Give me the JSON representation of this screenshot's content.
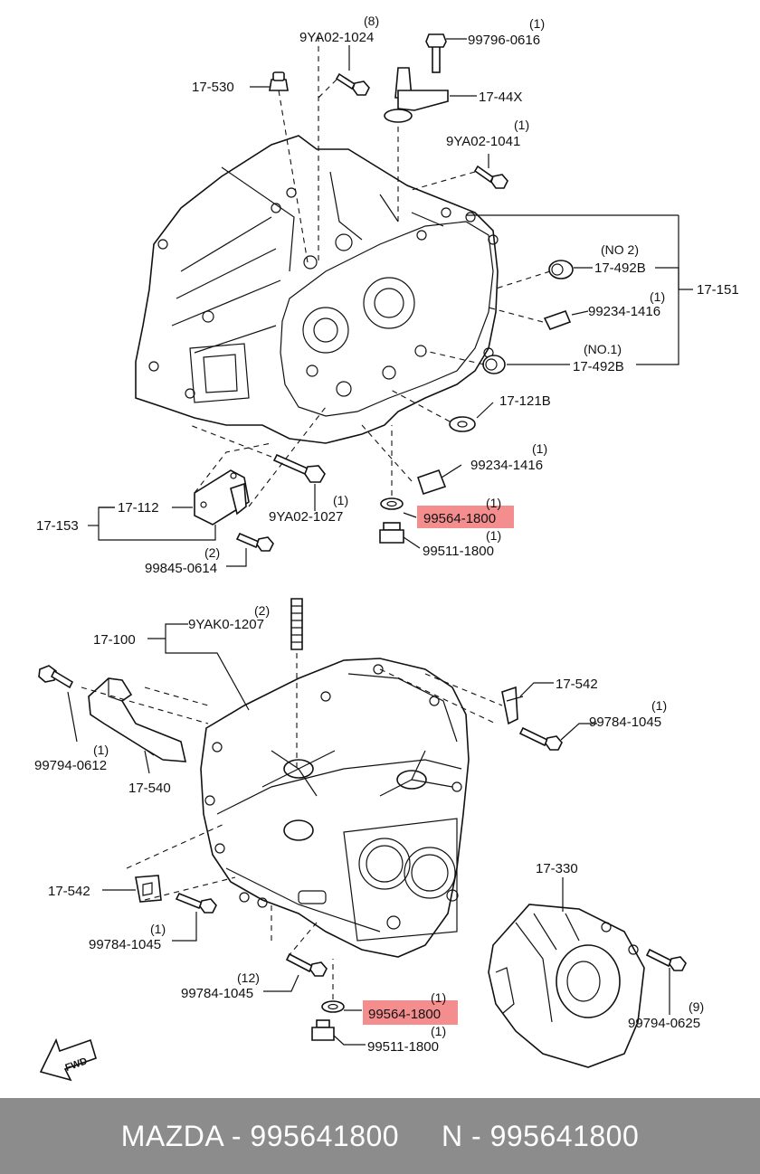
{
  "labels": {
    "q8": "(8)",
    "p_9ya02_1024": "9YA02-1024",
    "q1_a": "(1)",
    "p_99796_0616": "99796-0616",
    "p_17_530": "17-530",
    "p_17_44x": "17-44X",
    "q1_b": "(1)",
    "p_9ya02_1041": "9YA02-1041",
    "no2": "(NO 2)",
    "p_17_492b_a": "17-492B",
    "p_17_151": "17-151",
    "q1_c": "(1)",
    "p_99234_1416_a": "99234-1416",
    "no1": "(NO.1)",
    "p_17_492b_b": "17-492B",
    "p_17_121b": "17-121B",
    "q1_d": "(1)",
    "p_99234_1416_b": "99234-1416",
    "p_17_112": "17-112",
    "p_17_153": "17-153",
    "q1_e": "(1)",
    "p_9ya02_1027": "9YA02-1027",
    "q1_f": "(1)",
    "p_99564_1800_a": "99564-1800",
    "q1_g": "(1)",
    "p_99511_1800_a": "99511-1800",
    "q2_a": "(2)",
    "p_99845_0614": "99845-0614",
    "q2_b": "(2)",
    "p_9yak0_1207": "9YAK0-1207",
    "p_17_100": "17-100",
    "p_17_542_a": "17-542",
    "q1_h": "(1)",
    "p_99784_1045_a": "99784-1045",
    "q1_i": "(1)",
    "p_99794_0612": "99794-0612",
    "p_17_540": "17-540",
    "p_17_330": "17-330",
    "p_17_542_b": "17-542",
    "q1_j": "(1)",
    "p_99784_1045_b": "99784-1045",
    "q12": "(12)",
    "p_99784_1045_c": "99784-1045",
    "q1_k": "(1)",
    "p_99564_1800_b": "99564-1800",
    "q1_l": "(1)",
    "p_99511_1800_b": "99511-1800",
    "q9": "(9)",
    "p_99794_0625": "99794-0625",
    "fwd": "FWD"
  },
  "highlight_color": "#f27a7a",
  "footer": {
    "text": "MAZDA - 995641800     N - 995641800",
    "background": "#8c8c8c"
  }
}
